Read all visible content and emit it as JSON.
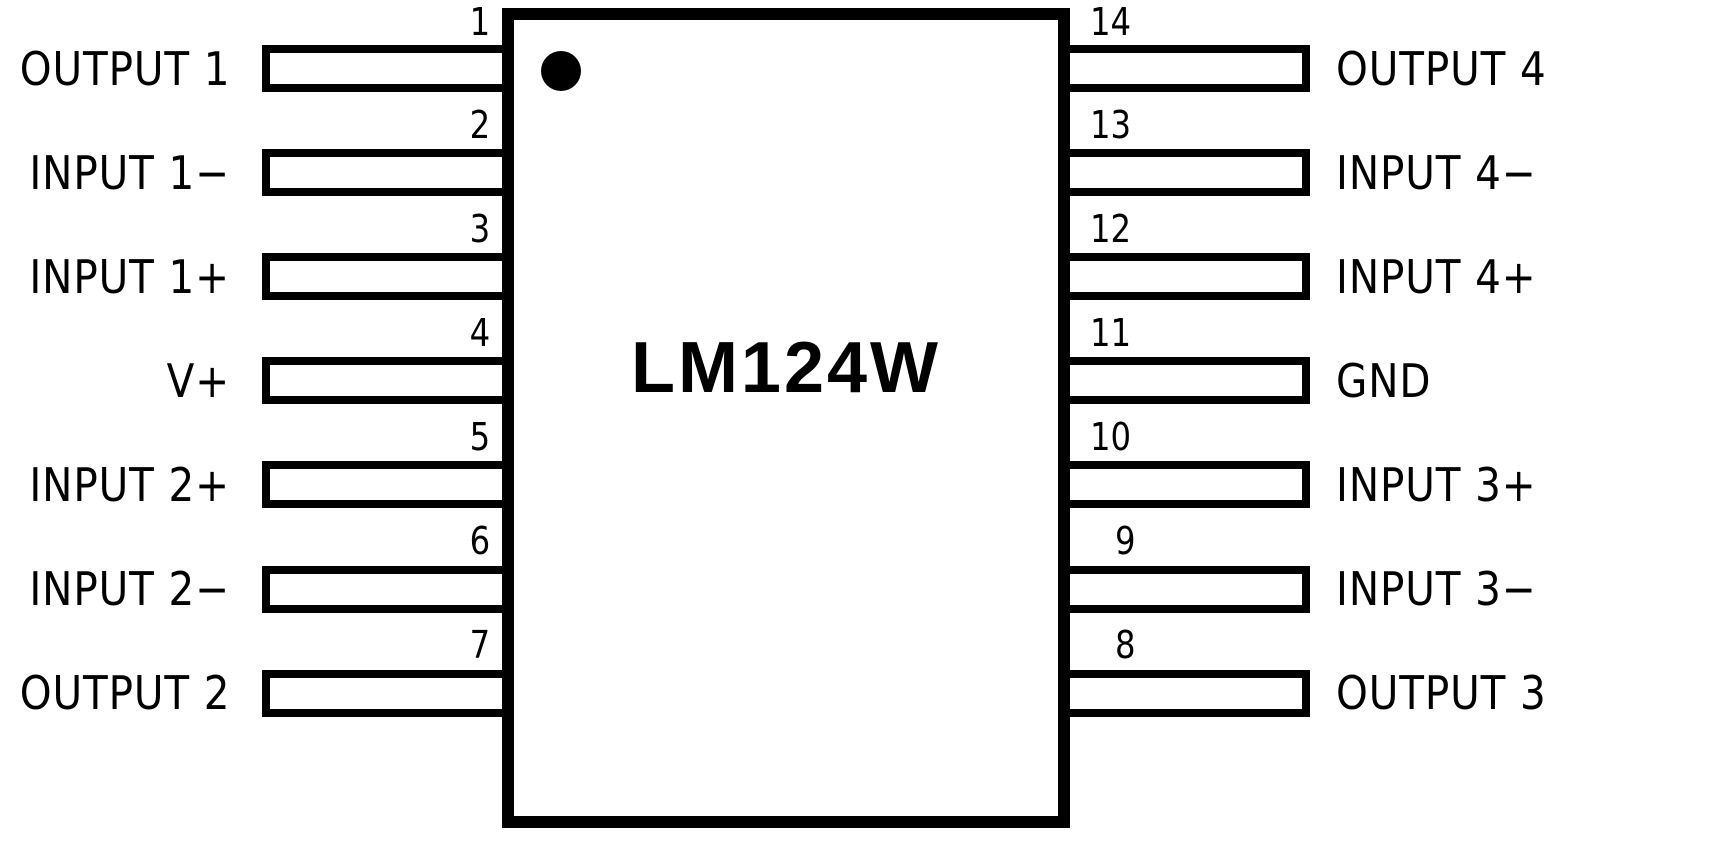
{
  "diagram": {
    "part_name": "LM124W",
    "package_pin1_marker": "pin1-dot",
    "colors": {
      "stroke": "#000000",
      "background": "#ffffff"
    },
    "left_pins": [
      {
        "number": "1",
        "label": "OUTPUT 1"
      },
      {
        "number": "2",
        "label": "INPUT 1−"
      },
      {
        "number": "3",
        "label": "INPUT 1+"
      },
      {
        "number": "4",
        "label": "V+"
      },
      {
        "number": "5",
        "label": "INPUT 2+"
      },
      {
        "number": "6",
        "label": "INPUT 2−"
      },
      {
        "number": "7",
        "label": "OUTPUT 2"
      }
    ],
    "right_pins": [
      {
        "number": "14",
        "label": "OUTPUT 4"
      },
      {
        "number": "13",
        "label": "INPUT 4−"
      },
      {
        "number": "12",
        "label": "INPUT 4+"
      },
      {
        "number": "11",
        "label": "GND"
      },
      {
        "number": "10",
        "label": "INPUT 3+"
      },
      {
        "number": "9",
        "label": "INPUT 3−"
      },
      {
        "number": "8",
        "label": "OUTPUT 3"
      }
    ]
  }
}
